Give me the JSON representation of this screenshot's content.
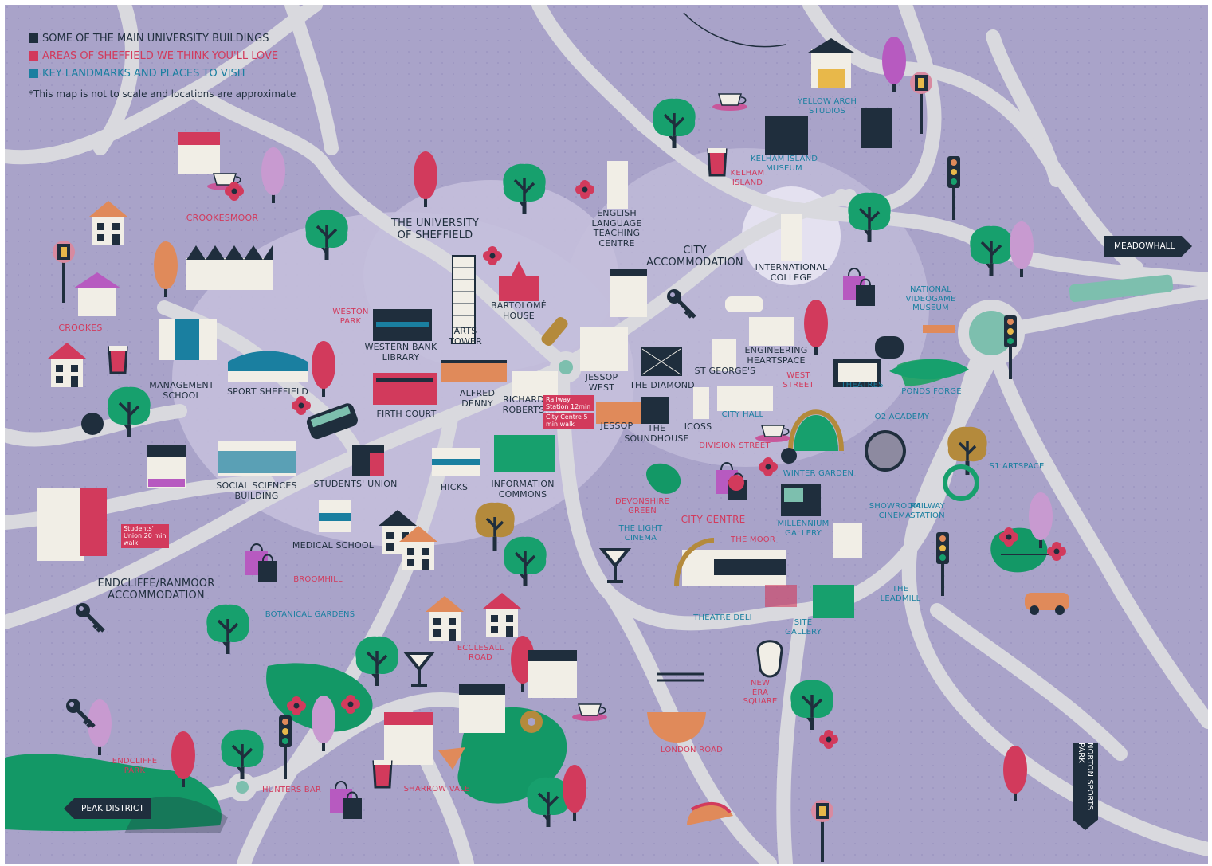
{
  "legend": {
    "items": [
      {
        "text": "SOME OF THE MAIN UNIVERSITY BUILDINGS",
        "color": "#1f2e3d"
      },
      {
        "text": "AREAS OF SHEFFIELD WE THINK YOU'LL LOVE",
        "color": "#d23a5c"
      },
      {
        "text": "KEY LANDMARKS AND PLACES TO VISIT",
        "color": "#1a7fa0"
      }
    ],
    "note": "*This map is not to scale and locations are approximate"
  },
  "colors": {
    "background": "#a9a3c9",
    "road": "#d9d9de",
    "zone": "#c4bfdc",
    "navy": "#1f2e3d",
    "pink": "#d23a5c",
    "teal": "#1a7fa0",
    "green": "#139866"
  },
  "zones": {
    "university": "THE UNIVERSITY\nOF SHEFFIELD",
    "city_accommodation": "CITY\nACCOMMODATION",
    "endcliffe_accommodation": "ENDCLIFFE/RANMOOR\nACCOMMODATION"
  },
  "university_buildings": {
    "arts_tower": "ARTS\nTOWER",
    "western_bank_library": "WESTERN BANK\nLIBRARY",
    "bartolome_house": "BARTOLOMÉ\nHOUSE",
    "english_language_teaching_centre": "ENGLISH\nLANGUAGE\nTEACHING\nCENTRE",
    "international_college": "INTERNATIONAL\nCOLLEGE",
    "management_school": "MANAGEMENT\nSCHOOL",
    "sport_sheffield": "SPORT SHEFFIELD",
    "firth_court": "FIRTH COURT",
    "alfred_denny": "ALFRED\nDENNY",
    "richard_roberts": "RICHARD\nROBERTS",
    "jessop_west": "JESSOP\nWEST",
    "jessop": "JESSOP",
    "the_diamond": "THE DIAMOND",
    "the_soundhouse": "THE\nSOUNDHOUSE",
    "icoss": "ICOSS",
    "st_georges": "ST GEORGE'S",
    "engineering_heartspace": "ENGINEERING\nHEARTSPACE",
    "social_sciences_building": "SOCIAL SCIENCES\nBUILDING",
    "students_union": "STUDENTS' UNION",
    "hicks": "HICKS",
    "information_commons": "INFORMATION\nCOMMONS",
    "medical_school": "MEDICAL SCHOOL"
  },
  "areas": {
    "crookesmoor": "CROOKESMOOR",
    "crookes": "CROOKES",
    "weston_park": "WESTON\nPARK",
    "kelham_island": "KELHAM\nISLAND",
    "west_street": "WEST\nSTREET",
    "division_street": "DIVISION STREET",
    "devonshire_green": "DEVONSHIRE\nGREEN",
    "city_centre": "CITY CENTRE",
    "the_moor": "THE MOOR",
    "broomhill": "BROOMHILL",
    "ecclesall_road": "ECCLESALL\nROAD",
    "endcliffe_park": "ENDCLIFFE\nPARK",
    "hunters_bar": "HUNTERS BAR",
    "sharrow_vale": "SHARROW VALE",
    "london_road": "LONDON ROAD",
    "new_era_square": "NEW\nERA\nSQUARE"
  },
  "landmarks": {
    "yellow_arch_studios": "YELLOW ARCH\nSTUDIOS",
    "kelham_island_museum": "KELHAM ISLAND\nMUSEUM",
    "national_videogame_museum": "NATIONAL\nVIDEOGAME\nMUSEUM",
    "theatres": "THEATRES",
    "ponds_forge": "PONDS FORGE",
    "city_hall": "CITY HALL",
    "o2_academy": "O2 ACADEMY",
    "winter_garden": "WINTER GARDEN",
    "s1_artspace": "S1 ARTSPACE",
    "showroom_cinema": "SHOWROOM\nCINEMA",
    "railway_station": "RAILWAY\nSTATION",
    "millennium_gallery": "MILLENNIUM\nGALLERY",
    "the_light_cinema": "THE LIGHT\nCINEMA",
    "the_leadmill": "THE\nLEADMILL",
    "theatre_deli": "THEATRE DELI",
    "site_gallery": "SITE\nGALLERY",
    "botanical_gardens": "BOTANICAL GARDENS"
  },
  "signs": {
    "meadowhall": "MEADOWHALL",
    "peak_district": "PEAK DISTRICT",
    "norton_sports_park": "NORTON\nSPORTS PARK",
    "railway_tram": "Railway Station\n12min tram",
    "city_centre_walk": "City Centre\n5 min walk",
    "students_union_walk": "Students'\nUnion\n20 min walk"
  },
  "icons": [
    "tree-icon",
    "house-icon",
    "coffee-cup-icon",
    "key-icon",
    "street-lamp-icon",
    "traffic-light-icon",
    "shopping-bag-icon",
    "tram-icon",
    "bus-icon",
    "car-icon",
    "cocktail-icon",
    "pint-glass-icon",
    "game-controller-icon",
    "disco-ball-icon",
    "panda-icon",
    "noodle-bowl-icon",
    "taco-icon",
    "burger-icon",
    "tennis-racket-icon",
    "factory-icon",
    "pizza-slice-icon",
    "donut-icon",
    "flower-icon"
  ]
}
